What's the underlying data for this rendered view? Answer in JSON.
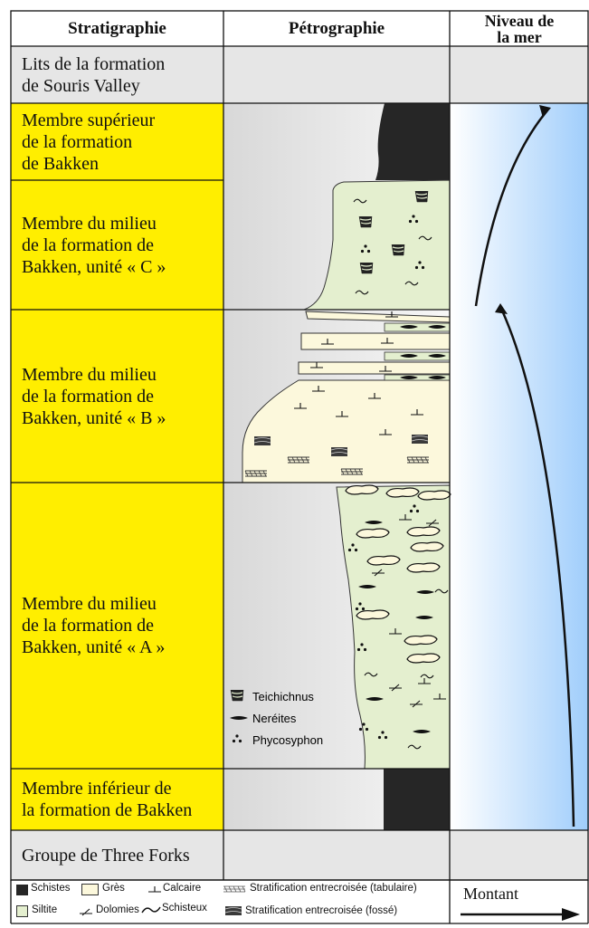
{
  "headers": {
    "stratigraphy": "Stratigraphie",
    "petrography": "Pétrographie",
    "sea_level": "Niveau de\nla mer"
  },
  "units": [
    {
      "label": "Lits de la formation\nde Souris Valley"
    },
    {
      "label": "Membre supérieur\nde la formation\nde Bakken"
    },
    {
      "label": "Membre du milieu\nde la formation de\nBakken, unité « C »"
    },
    {
      "label": "Membre du milieu\nde la formation de\nBakken, unité « B »"
    },
    {
      "label": "Membre du milieu\nde la formation de\nBakken, unité « A »"
    },
    {
      "label": "Membre inférieur de\nla formation de Bakken"
    },
    {
      "label": "Groupe de Three Forks"
    }
  ],
  "trace_fossils": {
    "teichichnus": "Teichichnus",
    "nereites": "Neréites",
    "phycosyphon": "Phycosyphon"
  },
  "legend": {
    "shale": "Schistes",
    "sandstone": "Grès",
    "siltstone": "Siltite",
    "limestone": "Calcaire",
    "dolomite": "Dolomies",
    "shaly": "Schisteux",
    "tabular_cross": "Stratification entrecroisée (tabulaire)",
    "trough_cross": "Stratification entrecroisée (fossé)",
    "rising": "Montant"
  },
  "colors": {
    "stratigraphy_fill": "#ffee00",
    "shale": "#262626",
    "sandstone": "#fcf8dc",
    "siltstone": "#e4efcf",
    "background_grey": "#e6e6e6",
    "sea_gradient_end": "#9fcdfb"
  }
}
